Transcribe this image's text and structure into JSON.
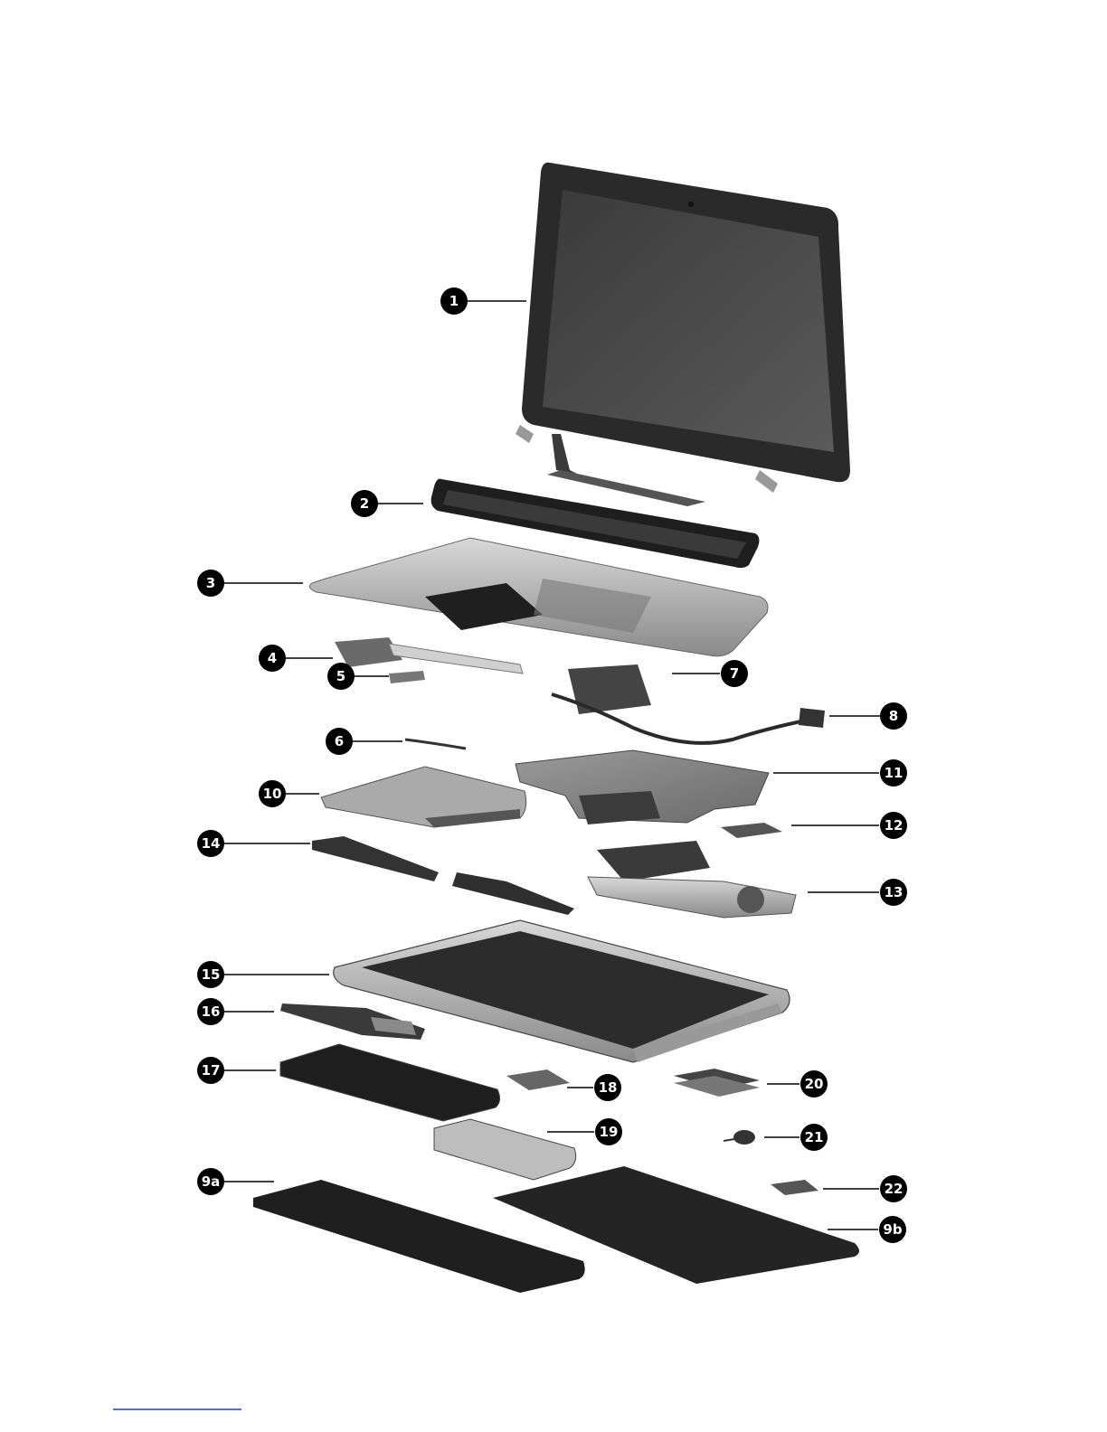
{
  "callouts": [
    {
      "id": "c1",
      "label": "1"
    },
    {
      "id": "c2",
      "label": "2"
    },
    {
      "id": "c3",
      "label": "3"
    },
    {
      "id": "c4",
      "label": "4"
    },
    {
      "id": "c5",
      "label": "5"
    },
    {
      "id": "c6",
      "label": "6"
    },
    {
      "id": "c7",
      "label": "7"
    },
    {
      "id": "c8",
      "label": "8"
    },
    {
      "id": "c9a",
      "label": "9a"
    },
    {
      "id": "c9b",
      "label": "9b"
    },
    {
      "id": "c10",
      "label": "10"
    },
    {
      "id": "c11",
      "label": "11"
    },
    {
      "id": "c12",
      "label": "12"
    },
    {
      "id": "c13",
      "label": "13"
    },
    {
      "id": "c14",
      "label": "14"
    },
    {
      "id": "c15",
      "label": "15"
    },
    {
      "id": "c16",
      "label": "16"
    },
    {
      "id": "c17",
      "label": "17"
    },
    {
      "id": "c18",
      "label": "18"
    },
    {
      "id": "c19",
      "label": "19"
    },
    {
      "id": "c20",
      "label": "20"
    },
    {
      "id": "c21",
      "label": "21"
    },
    {
      "id": "c22",
      "label": "22"
    }
  ],
  "colors": {
    "part_dark": "#2b2b2b",
    "part_mid": "#8c8c8c",
    "part_light": "#c9c9c9",
    "footer_rule": "#1f3fbf"
  }
}
